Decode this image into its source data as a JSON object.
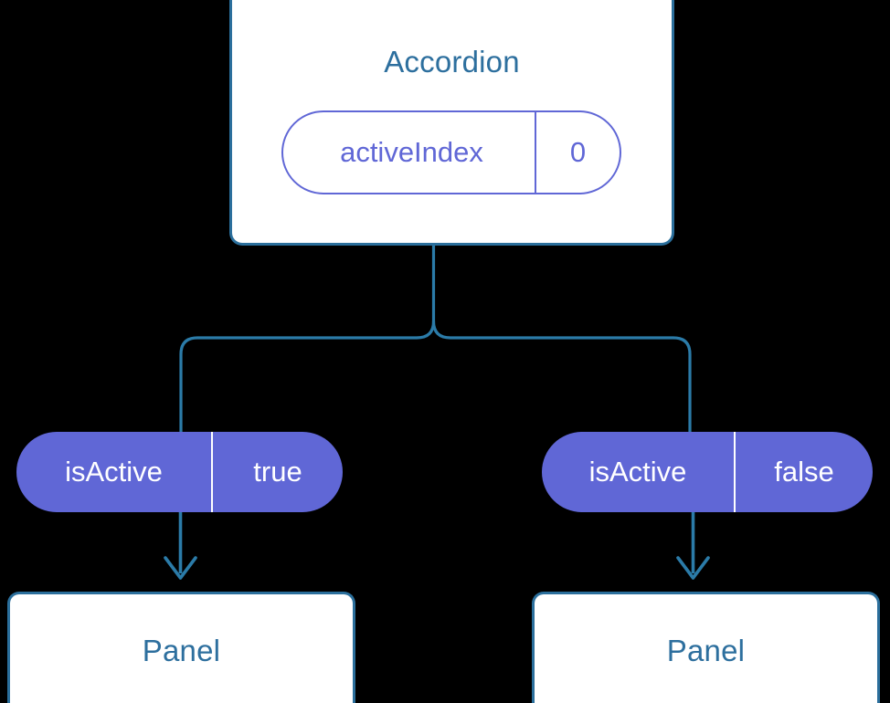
{
  "diagram": {
    "type": "component-tree",
    "background_color": "#000000",
    "accent_color": "#2d6f9e",
    "prop_color": "#6067d6",
    "root": {
      "name": "accordion-component",
      "title": "Accordion",
      "state_pill": {
        "key": "activeIndex",
        "value": "0"
      }
    },
    "children": [
      {
        "name": "panel-left",
        "prop_pill": {
          "key": "isActive",
          "value": "true"
        },
        "title": "Panel"
      },
      {
        "name": "panel-right",
        "prop_pill": {
          "key": "isActive",
          "value": "false"
        },
        "title": "Panel"
      }
    ]
  }
}
